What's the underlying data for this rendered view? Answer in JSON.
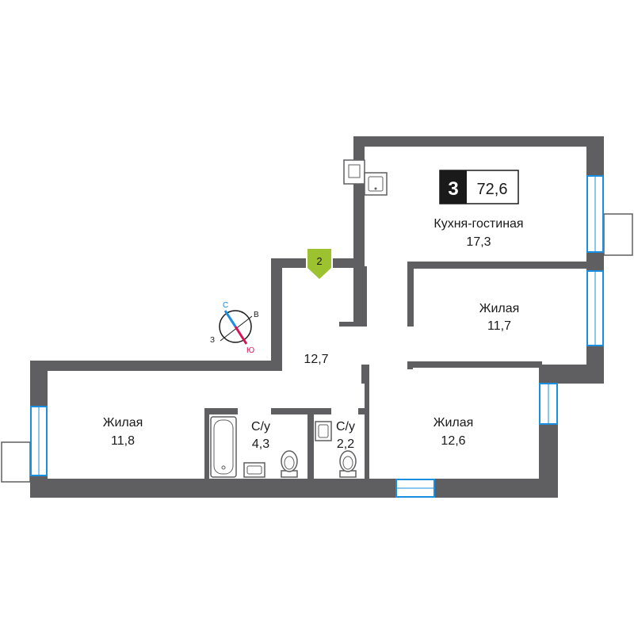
{
  "badge": {
    "rooms": "3",
    "area": "72,6"
  },
  "entrance": {
    "number": "2",
    "color": "#9cc22f"
  },
  "compass": {
    "north": "С",
    "east": "В",
    "west": "З",
    "south": "Ю",
    "north_color": "#1a8fe0",
    "south_color": "#d6135a"
  },
  "rooms": {
    "kitchen_living": {
      "name": "Кухня-гостиная",
      "area": "17,3"
    },
    "bedroom_right": {
      "name": "Жилая",
      "area": "11,7"
    },
    "hall": {
      "area": "12,7"
    },
    "bedroom_left": {
      "name": "Жилая",
      "area": "11,8"
    },
    "bath_1": {
      "name": "С/у",
      "area": "4,3"
    },
    "bath_2": {
      "name": "С/у",
      "area": "2,2"
    },
    "bedroom_bottom_right": {
      "name": "Жилая",
      "area": "12,6"
    }
  },
  "colors": {
    "wall": "#5f5f61",
    "window": "#1a8fe0"
  }
}
